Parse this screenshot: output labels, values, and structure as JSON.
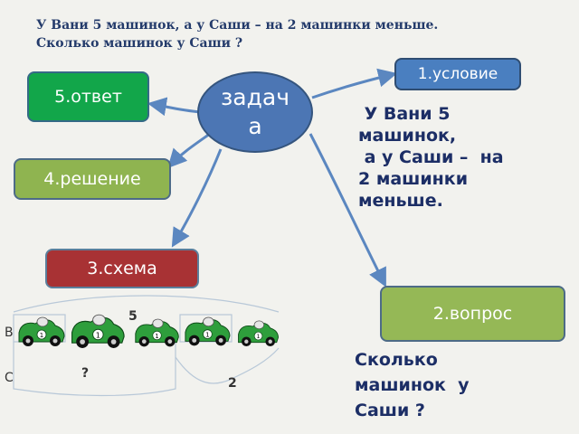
{
  "problem": {
    "line1": "У Вани 5 машинок, а у Саши – на 2 машинки меньше.",
    "line2": "Сколько машинок у  Саши ?"
  },
  "center_node": {
    "label": "задача"
  },
  "nodes": {
    "answer": "5.ответ",
    "solution": "4.решение",
    "scheme": "3.схема",
    "condition": "1.условие",
    "question": "2.вопрос"
  },
  "condition_text": {
    "line1": " У Вани 5",
    "line2": "машинок,",
    "line3": " а у Саши –  на",
    "line4": "2 машинки",
    "line5": "меньше."
  },
  "question_text": {
    "line1": "Сколько",
    "line2": "машинок  у",
    "line3": "Саши ?"
  },
  "scheme": {
    "row1_label": "В",
    "row2_label": "С",
    "top_count": "5",
    "unknown": "?",
    "difference": "2",
    "car_count": 5,
    "car_digit": "1"
  },
  "colors": {
    "green": "#12a64a",
    "olive": "#8fb450",
    "red": "#a83234",
    "blue": "#4a7fc0",
    "arrow": "#5b87c0",
    "text_dark": "#1c2e66"
  }
}
